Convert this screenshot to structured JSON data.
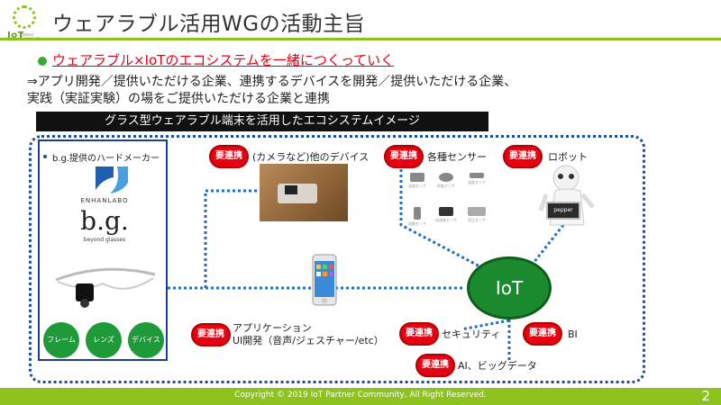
{
  "header": {
    "logo_text": "IoT",
    "logo_sub": "Partner Community",
    "title": "ウェアラブル活用WGの活動主旨"
  },
  "lead": {
    "headline": "ウェアラブル×IoTのエコシステムを一緒につくっていく",
    "line1": "⇒アプリ開発／提供いただける企業、連携するデバイスを開発／提供いただける企業、",
    "line2": "実践（実証実験）の場をご提供いただける企業と連携"
  },
  "diagram": {
    "caption": "グラス型ウェアラブル端末を活用したエコシステムイメージ",
    "hardware": {
      "title": "b.g.提供のハードメーカー",
      "enhanlabo": "ENHANLABO",
      "bg_logo": "b.g.",
      "bg_sub": "beyond glasses",
      "buttons": [
        "フレーム",
        "レンズ",
        "デバイス"
      ]
    },
    "pill_label": "要連携",
    "nodes": {
      "other_devices": "(カメラなど)他のデバイス",
      "sensors": "各種センサー",
      "robot": "ロボット",
      "app": "アプリケーション",
      "app_sub": "UI開発（音声/ジェスチャー/etc）",
      "security": "セキュリティ",
      "bi": "BI",
      "ai": "AI、ビッグデータ",
      "iot": "IoT",
      "robot_screen": "pepper"
    },
    "sensor_caps": [
      "温度センサ",
      "照度センサ",
      "湿度センサ",
      "振動センサ",
      "加速度センサ",
      "気圧センサ"
    ]
  },
  "footer": {
    "copyright": "Copyright © 2019 IoT Partner Community, All Right Reserved.",
    "page": "2"
  },
  "colors": {
    "brand_green": "#8dc21f",
    "accent_red": "#e60012",
    "frame_blue": "#1f4e9a",
    "iot_green": "#1b8a2e"
  }
}
